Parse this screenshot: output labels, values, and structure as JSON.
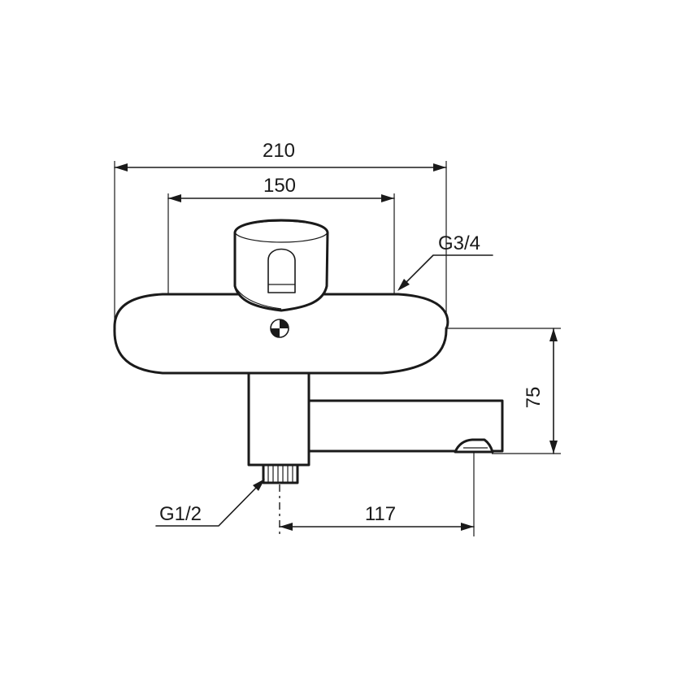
{
  "dimensions": {
    "overall_width": "210",
    "plate_width": "150",
    "height_to_outlet": "75",
    "spout_projection": "117"
  },
  "threads": {
    "top_connection": "G3/4",
    "bottom_connection": "G1/2"
  }
}
